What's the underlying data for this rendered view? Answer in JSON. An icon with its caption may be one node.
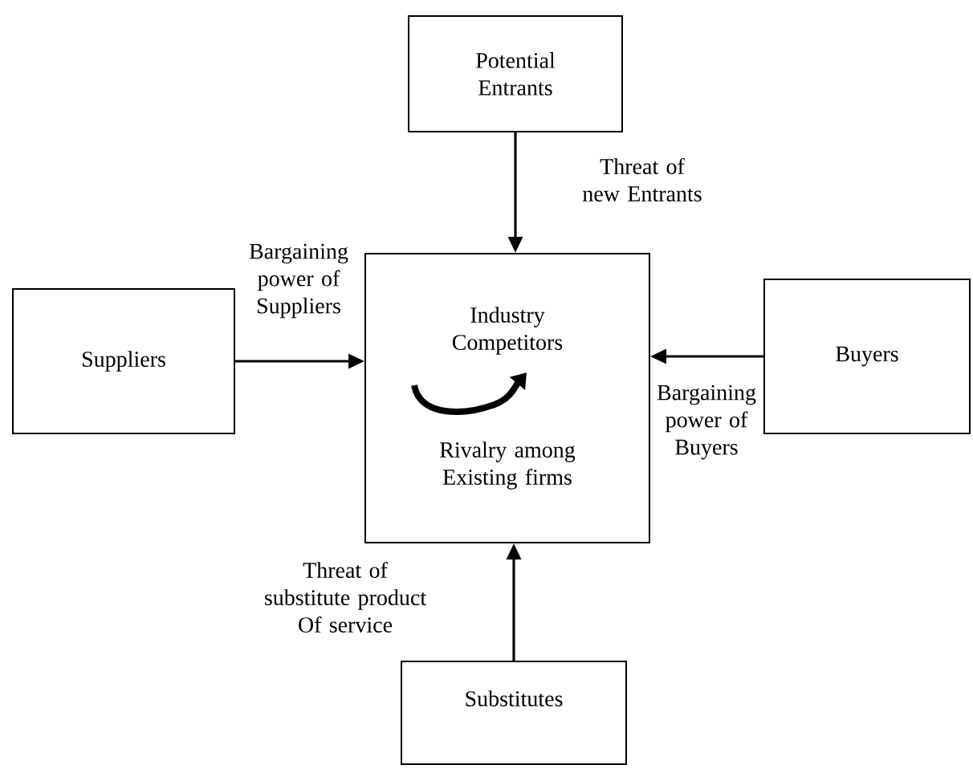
{
  "diagram": {
    "nodes": [
      {
        "text": [
          "Potential Entrants"
        ]
      },
      {
        "text": [
          "Suppliers"
        ]
      },
      {
        "text": [
          "Industry Competitors",
          "Rivalry among Existing firms"
        ]
      },
      {
        "text": [
          "Buyers"
        ]
      },
      {
        "text": [
          "Substitutes"
        ]
      }
    ],
    "edges": [
      {
        "from": 0,
        "to": 2,
        "arrow": "to",
        "label": "Threat of new Entrants"
      },
      {
        "from": 1,
        "to": 2,
        "arrow": "to",
        "label": "Bargaining power of Suppliers"
      },
      {
        "from": 3,
        "to": 2,
        "arrow": "to",
        "label": "Bargaining power of Buyers"
      },
      {
        "from": 4,
        "to": 2,
        "arrow": "to",
        "label": "Threat of substitute product Of service"
      }
    ]
  }
}
